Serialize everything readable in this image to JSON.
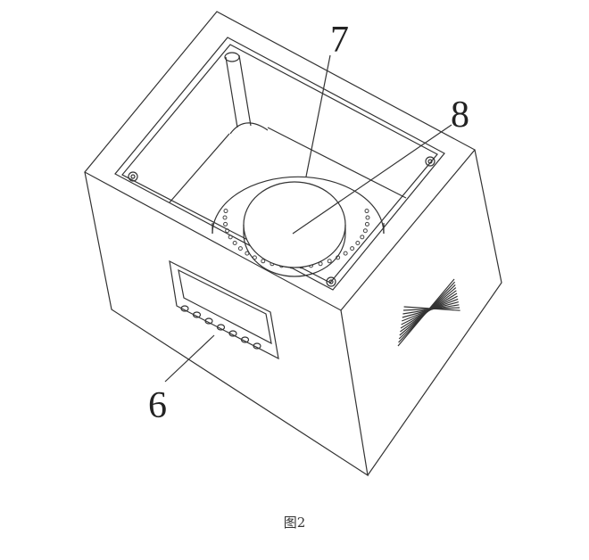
{
  "figure": {
    "caption": "图2",
    "labels": {
      "display_panel": "6",
      "perforated_ring": "7",
      "center_disk": "8"
    }
  }
}
